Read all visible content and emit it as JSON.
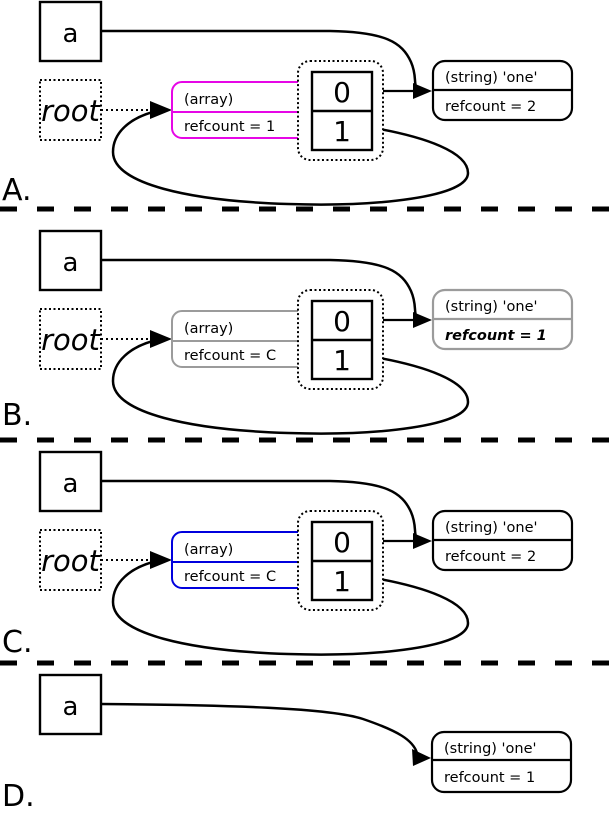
{
  "colors": {
    "array_highlight_a": "#e606e6",
    "array_highlight_b": "#9b9b9b",
    "array_highlight_c": "#0000dd",
    "text_default": "#000000"
  },
  "panels": {
    "a": {
      "label": "A.",
      "variable": "a",
      "root": "root",
      "array_type": "(array)",
      "array_refcount": "refcount = 1",
      "cell_0": "0",
      "cell_1": "1",
      "string_type": "(string) 'one'",
      "string_refcount": "refcount = 2"
    },
    "b": {
      "label": "B.",
      "variable": "a",
      "root": "root",
      "array_type": "(array)",
      "array_refcount": "refcount = C",
      "cell_0": "0",
      "cell_1": "1",
      "string_type": "(string) 'one'",
      "string_refcount": "refcount = 1"
    },
    "c": {
      "label": "C.",
      "variable": "a",
      "root": "root",
      "array_type": "(array)",
      "array_refcount": "refcount = C",
      "cell_0": "0",
      "cell_1": "1",
      "string_type": "(string) 'one'",
      "string_refcount": "refcount = 2"
    },
    "d": {
      "label": "D.",
      "variable": "a",
      "string_type": "(string) 'one'",
      "string_refcount": "refcount = 1"
    }
  }
}
